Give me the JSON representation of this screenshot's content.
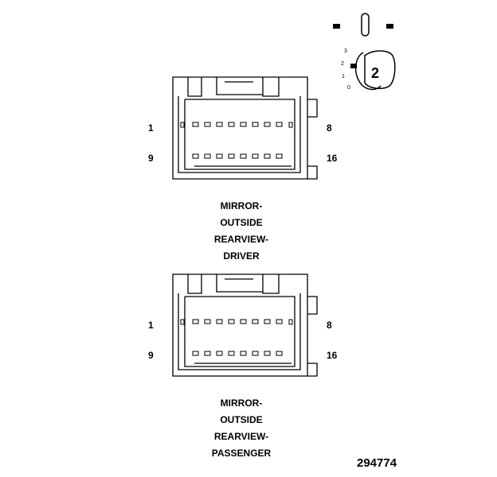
{
  "key_legend": {
    "digit": "2",
    "positions": [
      "3",
      "2",
      "1",
      "0"
    ]
  },
  "connectors": [
    {
      "pin_first_top": "1",
      "pin_last_top": "8",
      "pin_first_bottom": "9",
      "pin_last_bottom": "16",
      "caption": [
        "MIRROR-",
        "OUTSIDE",
        "REARVIEW-",
        "DRIVER"
      ]
    },
    {
      "pin_first_top": "1",
      "pin_last_top": "8",
      "pin_first_bottom": "9",
      "pin_last_bottom": "16",
      "caption": [
        "MIRROR-",
        "OUTSIDE",
        "REARVIEW-",
        "PASSENGER"
      ]
    }
  ],
  "figure_id": "294774"
}
